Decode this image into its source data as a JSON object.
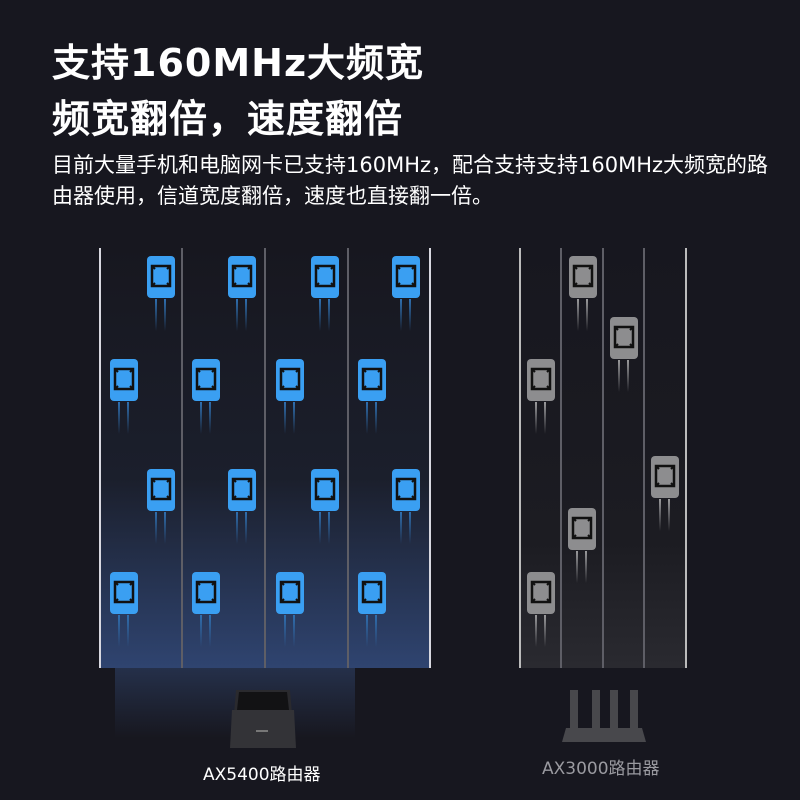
{
  "title_line1": "支持160MHz大频宽",
  "title_line2": "频宽翻倍，速度翻倍",
  "description": "目前大量手机和电脑网卡已支持160MHz，配合支持支持160MHz大频宽的路由器使用，信道宽度翻倍，速度也直接翻一倍。",
  "left_router_label": "AX5400路由器",
  "right_router_label": "AX3000路由器",
  "colors": {
    "blue_car": "#3a9ff2",
    "gray_car": "#8d8d8f",
    "background": "#17171f"
  }
}
